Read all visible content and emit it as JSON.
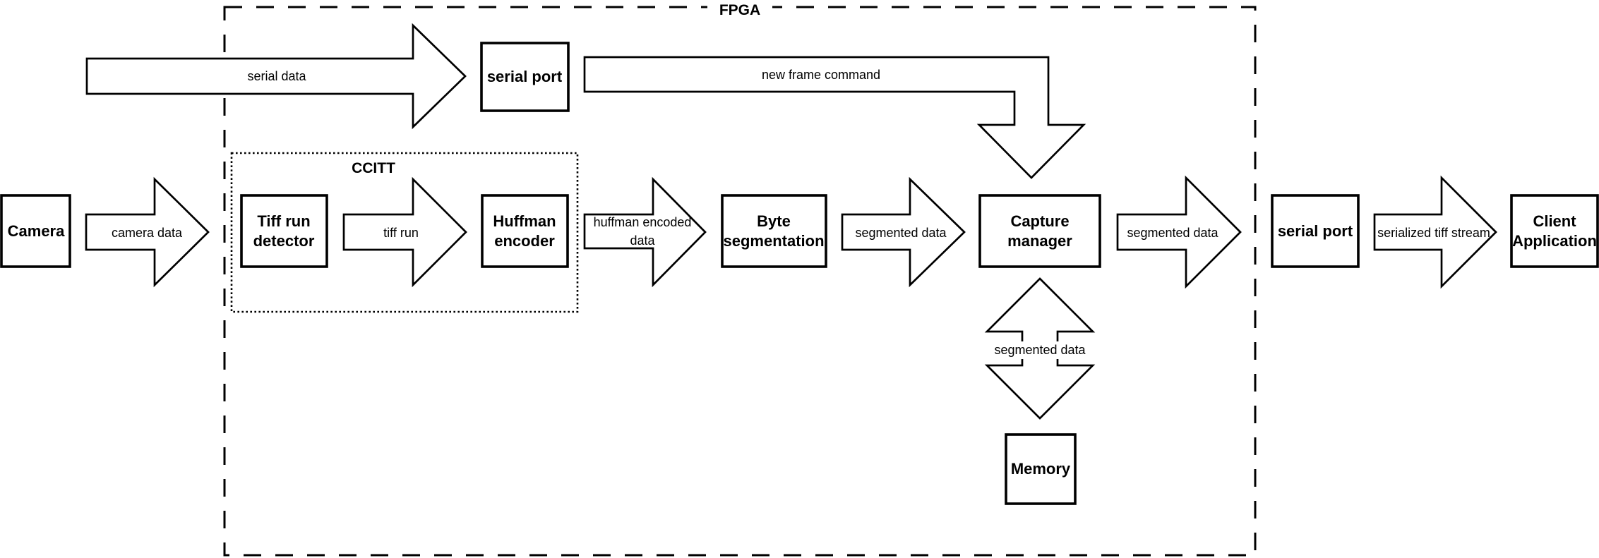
{
  "colors": {
    "ink": "#000000",
    "paper": "#ffffff"
  },
  "groups": {
    "fpga": {
      "label": "FPGA"
    },
    "ccitt": {
      "label": "CCITT"
    }
  },
  "boxes": {
    "camera": {
      "label": "Camera"
    },
    "serial_port_top": {
      "label": "serial port"
    },
    "tiff_run_detector": {
      "line1": "Tiff run",
      "line2": "detector"
    },
    "huffman_encoder": {
      "line1": "Huffman",
      "line2": "encoder"
    },
    "byte_segmentation": {
      "line1": "Byte",
      "line2": "segmentation"
    },
    "capture_manager": {
      "line1": "Capture",
      "line2": "manager"
    },
    "memory": {
      "label": "Memory"
    },
    "serial_port_right": {
      "label": "serial port"
    },
    "client_application": {
      "line1": "Client",
      "line2": "Application"
    }
  },
  "arrows": {
    "serial_data": {
      "label": "serial data"
    },
    "new_frame_command": {
      "label": "new frame command"
    },
    "camera_data": {
      "label": "camera data"
    },
    "tiff_run": {
      "label": "tiff run"
    },
    "huffman_encoded_data": {
      "line1": "huffman encoded",
      "line2": "data"
    },
    "segmented_data_left": {
      "label": "segmented data"
    },
    "segmented_data_right": {
      "label": "segmented data"
    },
    "segmented_data_memory": {
      "label": "segmented data"
    },
    "serialized_tiff_stream": {
      "label": "serialized tiff stream"
    }
  }
}
